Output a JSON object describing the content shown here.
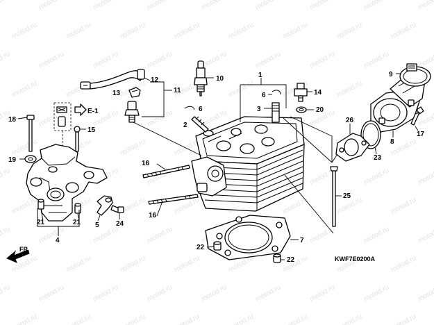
{
  "watermark": "motod.ru",
  "diagram_code": "KWF7E0200A",
  "reference_label": "E-1",
  "direction_label": "FR.",
  "callouts": [
    "1",
    "2",
    "3",
    "4",
    "5",
    "6",
    "6",
    "7",
    "8",
    "9",
    "10",
    "11",
    "12",
    "13",
    "14",
    "15",
    "16",
    "16",
    "17",
    "18",
    "19",
    "20",
    "21",
    "21",
    "22",
    "22",
    "23",
    "24",
    "25",
    "26"
  ]
}
